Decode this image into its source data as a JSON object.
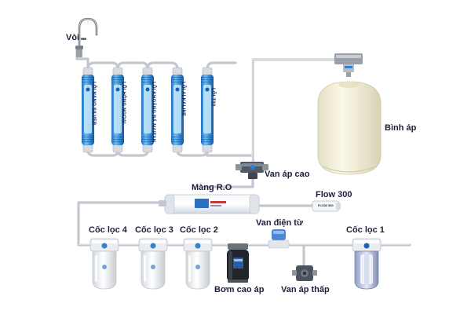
{
  "labels": {
    "faucet": "Vòi",
    "pressure_tank": "Bình áp",
    "high_pressure_valve": "Van áp cao",
    "ro_membrane": "Màng R.O",
    "flow": "Flow 300",
    "solenoid_valve": "Van điện từ",
    "cup1": "Cốc lọc 1",
    "cup2": "Cốc lọc 2",
    "cup3": "Cốc lọc 3",
    "cup4": "Cốc lọc 4",
    "booster_pump": "Bơm cao áp",
    "low_pressure_valve": "Van áp thấp"
  },
  "cartridges": [
    {
      "label": "LÕI NANO SILVER"
    },
    {
      "label": "LÕI HỒNG NGOẠI"
    },
    {
      "label": "LÕI KHOÁNG ĐÁ MAIFAN"
    },
    {
      "label": "LÕI ALKALINE"
    },
    {
      "label": "LÕI T33"
    }
  ],
  "flow_tag": "FLOW 300",
  "colors": {
    "pipe": "#c9ccd1",
    "cartridge_blue": "#3a8fd9",
    "cartridge_light": "#9fd3f5",
    "tank": "#f3efd8",
    "housing": "#eef1f4",
    "label_dark": "#1b1f3b"
  }
}
